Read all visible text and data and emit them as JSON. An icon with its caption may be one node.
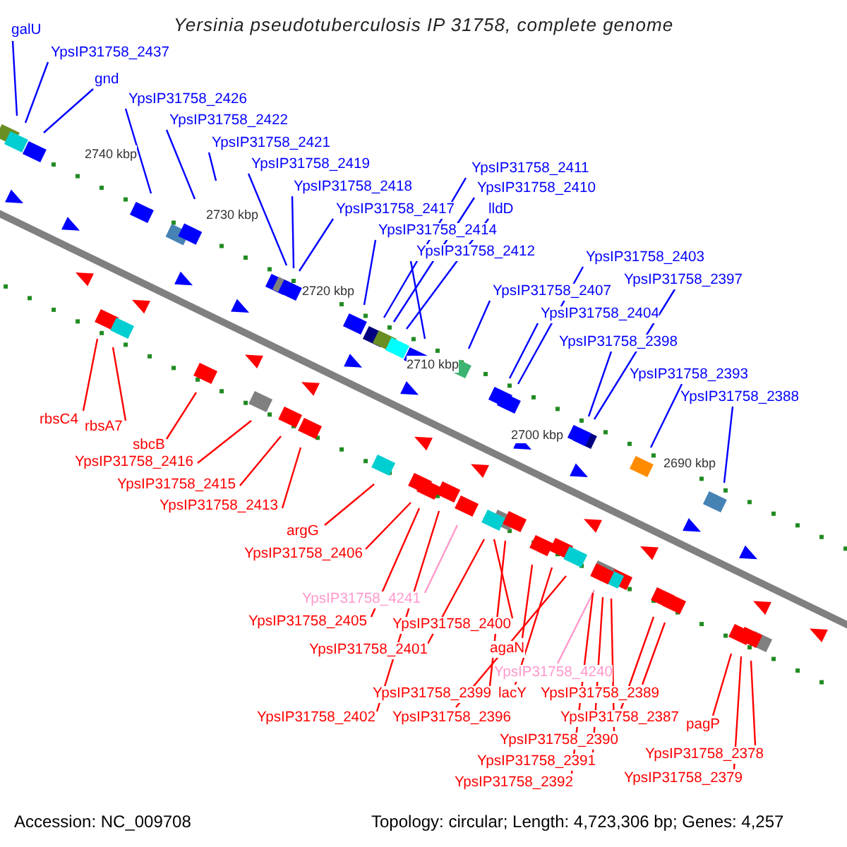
{
  "diagram": {
    "title": "Yersinia pseudotuberculosis IP 31758, complete genome",
    "nodes": [
      {
        "text": [
          "galU"
        ]
      },
      {
        "text": [
          "YpsIP31758_2437"
        ]
      },
      {
        "text": [
          "gnd"
        ]
      },
      {
        "text": [
          "YpsIP31758_2426"
        ]
      },
      {
        "text": [
          "YpsIP31758_2422"
        ]
      },
      {
        "text": [
          "YpsIP31758_2421"
        ]
      },
      {
        "text": [
          "YpsIP31758_2419"
        ]
      },
      {
        "text": [
          "YpsIP31758_2418"
        ]
      },
      {
        "text": [
          "YpsIP31758_2417"
        ]
      },
      {
        "text": [
          "YpsIP31758_2411"
        ]
      },
      {
        "text": [
          "YpsIP31758_2410"
        ]
      },
      {
        "text": [
          "lldD"
        ]
      },
      {
        "text": [
          "YpsIP31758_2414"
        ]
      },
      {
        "text": [
          "YpsIP31758_2412"
        ]
      },
      {
        "text": [
          "YpsIP31758_2403"
        ]
      },
      {
        "text": [
          "YpsIP31758_2397"
        ]
      },
      {
        "text": [
          "YpsIP31758_2407"
        ]
      },
      {
        "text": [
          "YpsIP31758_2404"
        ]
      },
      {
        "text": [
          "YpsIP31758_2398"
        ]
      },
      {
        "text": [
          "YpsIP31758_2393"
        ]
      },
      {
        "text": [
          "YpsIP31758_2388"
        ]
      },
      {
        "text": [
          "rbsC4"
        ]
      },
      {
        "text": [
          "rbsA7"
        ]
      },
      {
        "text": [
          "sbcB"
        ]
      },
      {
        "text": [
          "YpsIP31758_2416"
        ]
      },
      {
        "text": [
          "YpsIP31758_2415"
        ]
      },
      {
        "text": [
          "YpsIP31758_2413"
        ]
      },
      {
        "text": [
          "argG"
        ]
      },
      {
        "text": [
          "YpsIP31758_2406"
        ]
      },
      {
        "text": [
          "YpsIP31758_4241"
        ]
      },
      {
        "text": [
          "YpsIP31758_2405"
        ]
      },
      {
        "text": [
          "YpsIP31758_2400"
        ]
      },
      {
        "text": [
          "YpsIP31758_2401"
        ]
      },
      {
        "text": [
          "agaN"
        ]
      },
      {
        "text": [
          "YpsIP31758_2399"
        ]
      },
      {
        "text": [
          "lacY"
        ]
      },
      {
        "text": [
          "YpsIP31758_2402"
        ]
      },
      {
        "text": [
          "YpsIP31758_2396"
        ]
      },
      {
        "text": [
          "YpsIP31758_4240"
        ]
      },
      {
        "text": [
          "YpsIP31758_2389"
        ]
      },
      {
        "text": [
          "YpsIP31758_2387"
        ]
      },
      {
        "text": [
          "YpsIP31758_2390"
        ]
      },
      {
        "text": [
          "YpsIP31758_2391"
        ]
      },
      {
        "text": [
          "YpsIP31758_2392"
        ]
      },
      {
        "text": [
          "pagP"
        ]
      },
      {
        "text": [
          "YpsIP31758_2378"
        ]
      },
      {
        "text": [
          "YpsIP31758_2379"
        ]
      }
    ],
    "edges": [
      {
        "from": 0,
        "to": null,
        "arrow": "none",
        "color": "#0000ff"
      },
      {
        "from": 1,
        "to": null,
        "arrow": "none",
        "color": "#0000ff"
      },
      {
        "from": 2,
        "to": null,
        "arrow": "none",
        "color": "#0000ff"
      },
      {
        "from": 3,
        "to": null,
        "arrow": "none",
        "color": "#0000ff"
      },
      {
        "from": 4,
        "to": null,
        "arrow": "none",
        "color": "#0000ff"
      },
      {
        "from": 5,
        "to": null,
        "arrow": "none",
        "color": "#0000ff"
      },
      {
        "from": 6,
        "to": null,
        "arrow": "none",
        "color": "#0000ff"
      },
      {
        "from": 7,
        "to": null,
        "arrow": "none",
        "color": "#0000ff"
      },
      {
        "from": 8,
        "to": null,
        "arrow": "none",
        "color": "#0000ff"
      },
      {
        "from": 9,
        "to": null,
        "arrow": "none",
        "color": "#0000ff"
      },
      {
        "from": 10,
        "to": null,
        "arrow": "none",
        "color": "#0000ff"
      },
      {
        "from": 11,
        "to": null,
        "arrow": "none",
        "color": "#0000ff"
      },
      {
        "from": 12,
        "to": null,
        "arrow": "none",
        "color": "#0000ff"
      },
      {
        "from": 13,
        "to": null,
        "arrow": "none",
        "color": "#0000ff"
      },
      {
        "from": 14,
        "to": null,
        "arrow": "none",
        "color": "#0000ff"
      },
      {
        "from": 15,
        "to": null,
        "arrow": "none",
        "color": "#0000ff"
      },
      {
        "from": 16,
        "to": null,
        "arrow": "none",
        "color": "#0000ff"
      },
      {
        "from": 17,
        "to": null,
        "arrow": "none",
        "color": "#0000ff"
      },
      {
        "from": 18,
        "to": null,
        "arrow": "none",
        "color": "#0000ff"
      },
      {
        "from": 19,
        "to": null,
        "arrow": "none",
        "color": "#0000ff"
      },
      {
        "from": 20,
        "to": null,
        "arrow": "none",
        "color": "#0000ff"
      },
      {
        "from": 21,
        "to": null,
        "arrow": "none"
      },
      {
        "from": 22,
        "to": null,
        "arrow": "none"
      },
      {
        "from": 23,
        "to": null,
        "arrow": "none"
      },
      {
        "from": 24,
        "to": null,
        "arrow": "none"
      },
      {
        "from": 25,
        "to": null,
        "arrow": "none"
      },
      {
        "from": 26,
        "to": null,
        "arrow": "none"
      },
      {
        "from": 27,
        "to": null,
        "arrow": "none"
      },
      {
        "from": 28,
        "to": null,
        "arrow": "none"
      },
      {
        "from": 29,
        "to": null,
        "arrow": "none",
        "color": "#ff99cc"
      },
      {
        "from": 30,
        "to": null,
        "arrow": "none"
      },
      {
        "from": 31,
        "to": null,
        "arrow": "none"
      },
      {
        "from": 32,
        "to": null,
        "arrow": "none"
      },
      {
        "from": 33,
        "to": null,
        "arrow": "none"
      },
      {
        "from": 34,
        "to": null,
        "arrow": "none"
      },
      {
        "from": 35,
        "to": null,
        "arrow": "none"
      },
      {
        "from": 36,
        "to": null,
        "arrow": "none"
      },
      {
        "from": 37,
        "to": null,
        "arrow": "none"
      },
      {
        "from": 38,
        "to": null,
        "arrow": "none",
        "color": "#ff99cc"
      },
      {
        "from": 39,
        "to": null,
        "arrow": "none"
      },
      {
        "from": 40,
        "to": null,
        "arrow": "none"
      },
      {
        "from": 41,
        "to": null,
        "arrow": "none"
      },
      {
        "from": 42,
        "to": null,
        "arrow": "none"
      },
      {
        "from": 43,
        "to": null,
        "arrow": "none"
      },
      {
        "from": 44,
        "to": null,
        "arrow": "none"
      },
      {
        "from": 45,
        "to": null,
        "arrow": "none"
      },
      {
        "from": 46,
        "to": null,
        "arrow": "none"
      }
    ],
    "labels": [
      "2740 kbp",
      "2730 kbp",
      "2720 kbp",
      "2710 kbp",
      "2700 kbp",
      "2690 kbp",
      "Accession: NC_009708",
      "Topology: circular; Length: 4,723,306 bp; Genes: 4,257"
    ]
  }
}
